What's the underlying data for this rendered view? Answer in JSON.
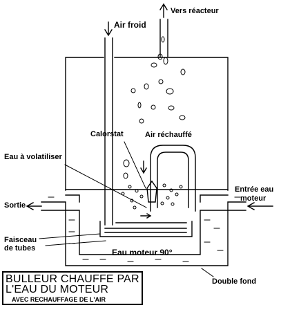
{
  "labels": {
    "vers_reacteur": "Vers réacteur",
    "air_froid": "Air froid",
    "calorstat": "Calorstat",
    "air_rechauffe": "Air réchauffé",
    "eau_a_volatiliser": "Eau à volatiliser",
    "entree_eau_1": "Entrée eau",
    "entree_eau_2": "moteur",
    "sortie": "Sortie",
    "faisceau_1": "Faisceau",
    "faisceau_2": "de tubes",
    "eau_moteur": "Eau moteur 90°",
    "double_fond": "Double fond"
  },
  "title": {
    "line1": "BULLEUR CHAUFFE PAR",
    "line2": "L'EAU DU  MOTEUR",
    "line3": "AVEC RECHAUFFAGE DE L'AIR"
  }
}
